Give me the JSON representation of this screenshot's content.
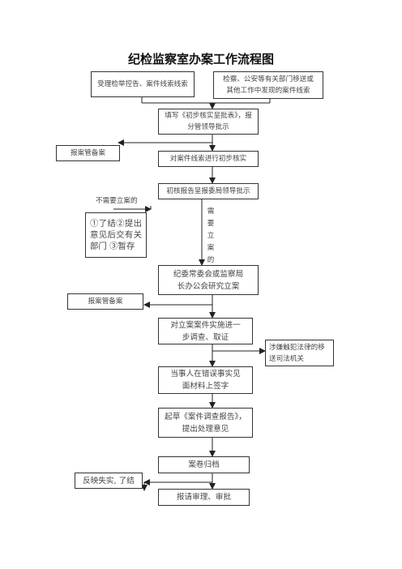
{
  "title": "纪检监察室办案工作流程图",
  "nodes": {
    "complaint": "受理检举控告、案件线索线索",
    "transfer": "检察、公安等有关部门移送或\n其他工作中发现的案件线索",
    "approval_form": "填写《初步核实呈批表》，报\n分管领导批示",
    "record_left_1": "报案管备案",
    "preliminary": "对案件线索进行初步核实",
    "report": "初核报告呈报委局领导批示",
    "no_case_options": "①了结②提出意见后交有关部门  ③暂存",
    "study": "纪委常委会或监察局\n长办公会研究立案",
    "record_left_2": "报案管备案",
    "investigate": "对立案案件实施进一\n步调查、取证",
    "judicial": "涉嫌触犯法律的移\n送司法机关",
    "sign": "当事人在错误事实见\n面材料上签字",
    "draft": "起草《案件调查报告》，\n提出处理意见",
    "archive": "案卷归档",
    "feedback": "反映失实, 了结",
    "review": "报请审理、审批"
  },
  "labels": {
    "no_case": "不需要立案的",
    "need_case": "需要立案的"
  }
}
